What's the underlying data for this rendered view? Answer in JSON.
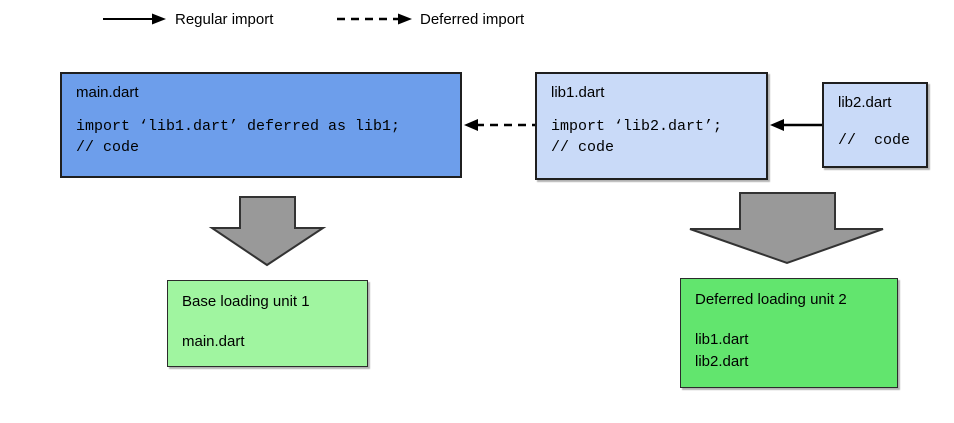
{
  "legend": {
    "regular_label": "Regular import",
    "deferred_label": "Deferred import"
  },
  "boxes": {
    "main": {
      "title": "main.dart",
      "code_line1": "import ‘lib1.dart’ deferred as lib1;",
      "code_line2": "// code"
    },
    "lib1": {
      "title": "lib1.dart",
      "code_line1": "import ‘lib2.dart’;",
      "code_line2": "// code"
    },
    "lib2": {
      "title": "lib2.dart",
      "code_line1": "//  code"
    }
  },
  "loading_units": {
    "base": {
      "title": "Base loading unit 1",
      "files": [
        "main.dart"
      ]
    },
    "deferred": {
      "title": "Deferred loading unit 2",
      "files": [
        "lib1.dart",
        "lib2.dart"
      ]
    }
  },
  "colors": {
    "main_box": "#6d9eeb",
    "lib_box": "#c9daf8",
    "base_unit": "#a0f5a0",
    "deferred_unit": "#62e56e",
    "block_arrow": "#999999",
    "arrow_stroke": "#000000"
  }
}
